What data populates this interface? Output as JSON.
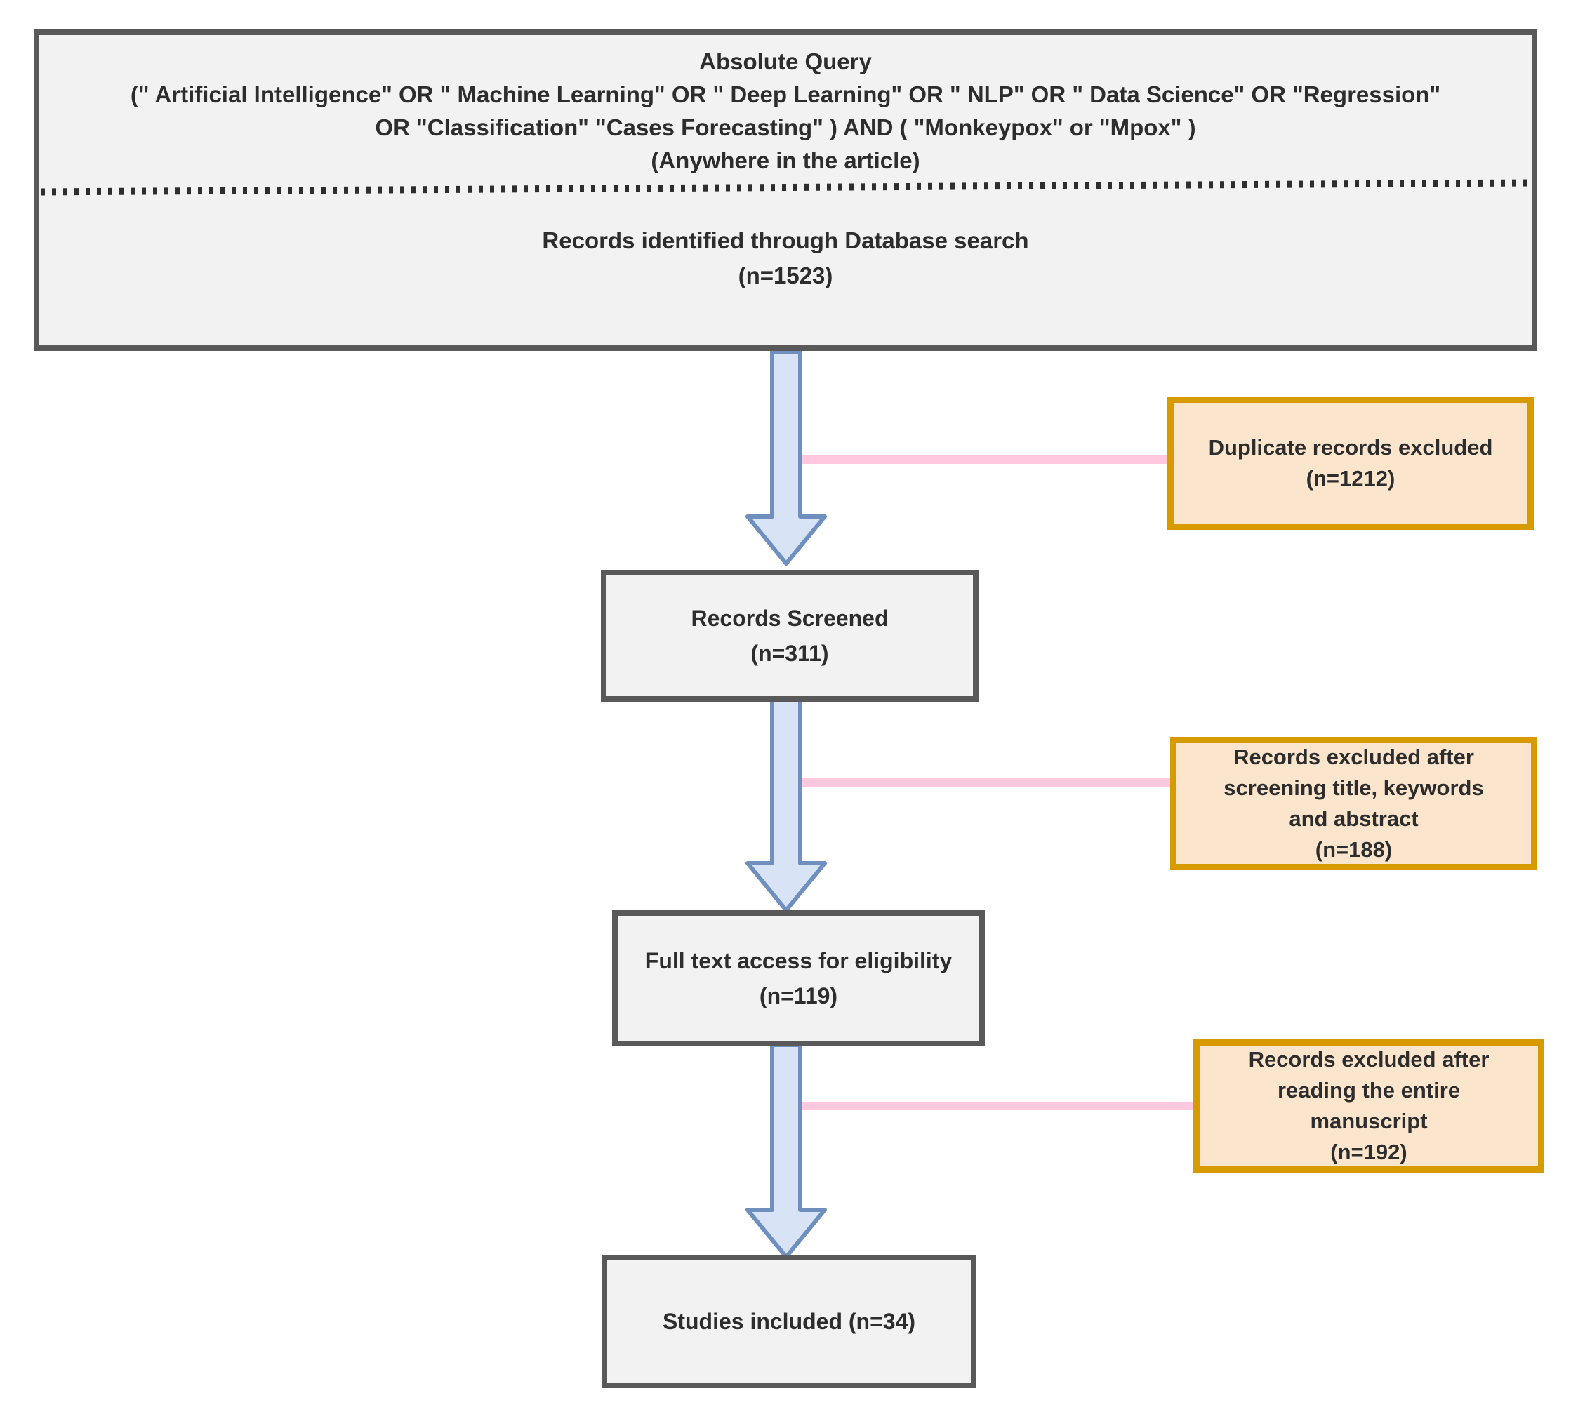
{
  "diagram_type": "prisma-flow",
  "colors": {
    "process_box_border": "#595959",
    "process_box_fill": "#f2f2f2",
    "exclusion_box_border": "#d79b00",
    "exclusion_box_fill": "#fce5cd",
    "arrow_fill": "#d8e4f5",
    "arrow_border": "#6f8fbf",
    "connector_pink": "#ffc8de",
    "text": "#2d2d2d"
  },
  "identification_box": {
    "query_title": "Absolute Query",
    "query_line1": "(\" Artificial Intelligence\" OR \" Machine Learning\" OR \" Deep Learning\" OR \" NLP\" OR \" Data Science\" OR \"Regression\"",
    "query_line2": "OR \"Classification\" \"Cases Forecasting\" ) AND ( \"Monkeypox\" or \"Mpox\" )",
    "query_line3": "(Anywhere in the article)",
    "records_line": "Records identified through Database search",
    "records_count": "(n=1523)"
  },
  "screened_box": {
    "line1": "Records Screened",
    "count": "(n=311)"
  },
  "eligibility_box": {
    "line1": "Full text access for eligibility",
    "count": "(n=119)"
  },
  "included_box": {
    "line1": "Studies included (n=34)"
  },
  "excluded_duplicates_box": {
    "line1": "Duplicate records excluded",
    "count": "(n=1212)"
  },
  "excluded_screening_box": {
    "line1": "Records excluded after",
    "line2": "screening title, keywords",
    "line3": "and abstract",
    "count": "(n=188)"
  },
  "excluded_fulltext_box": {
    "line1": "Records excluded after",
    "line2": "reading the entire",
    "line3": "manuscript",
    "count": "(n=192)"
  }
}
